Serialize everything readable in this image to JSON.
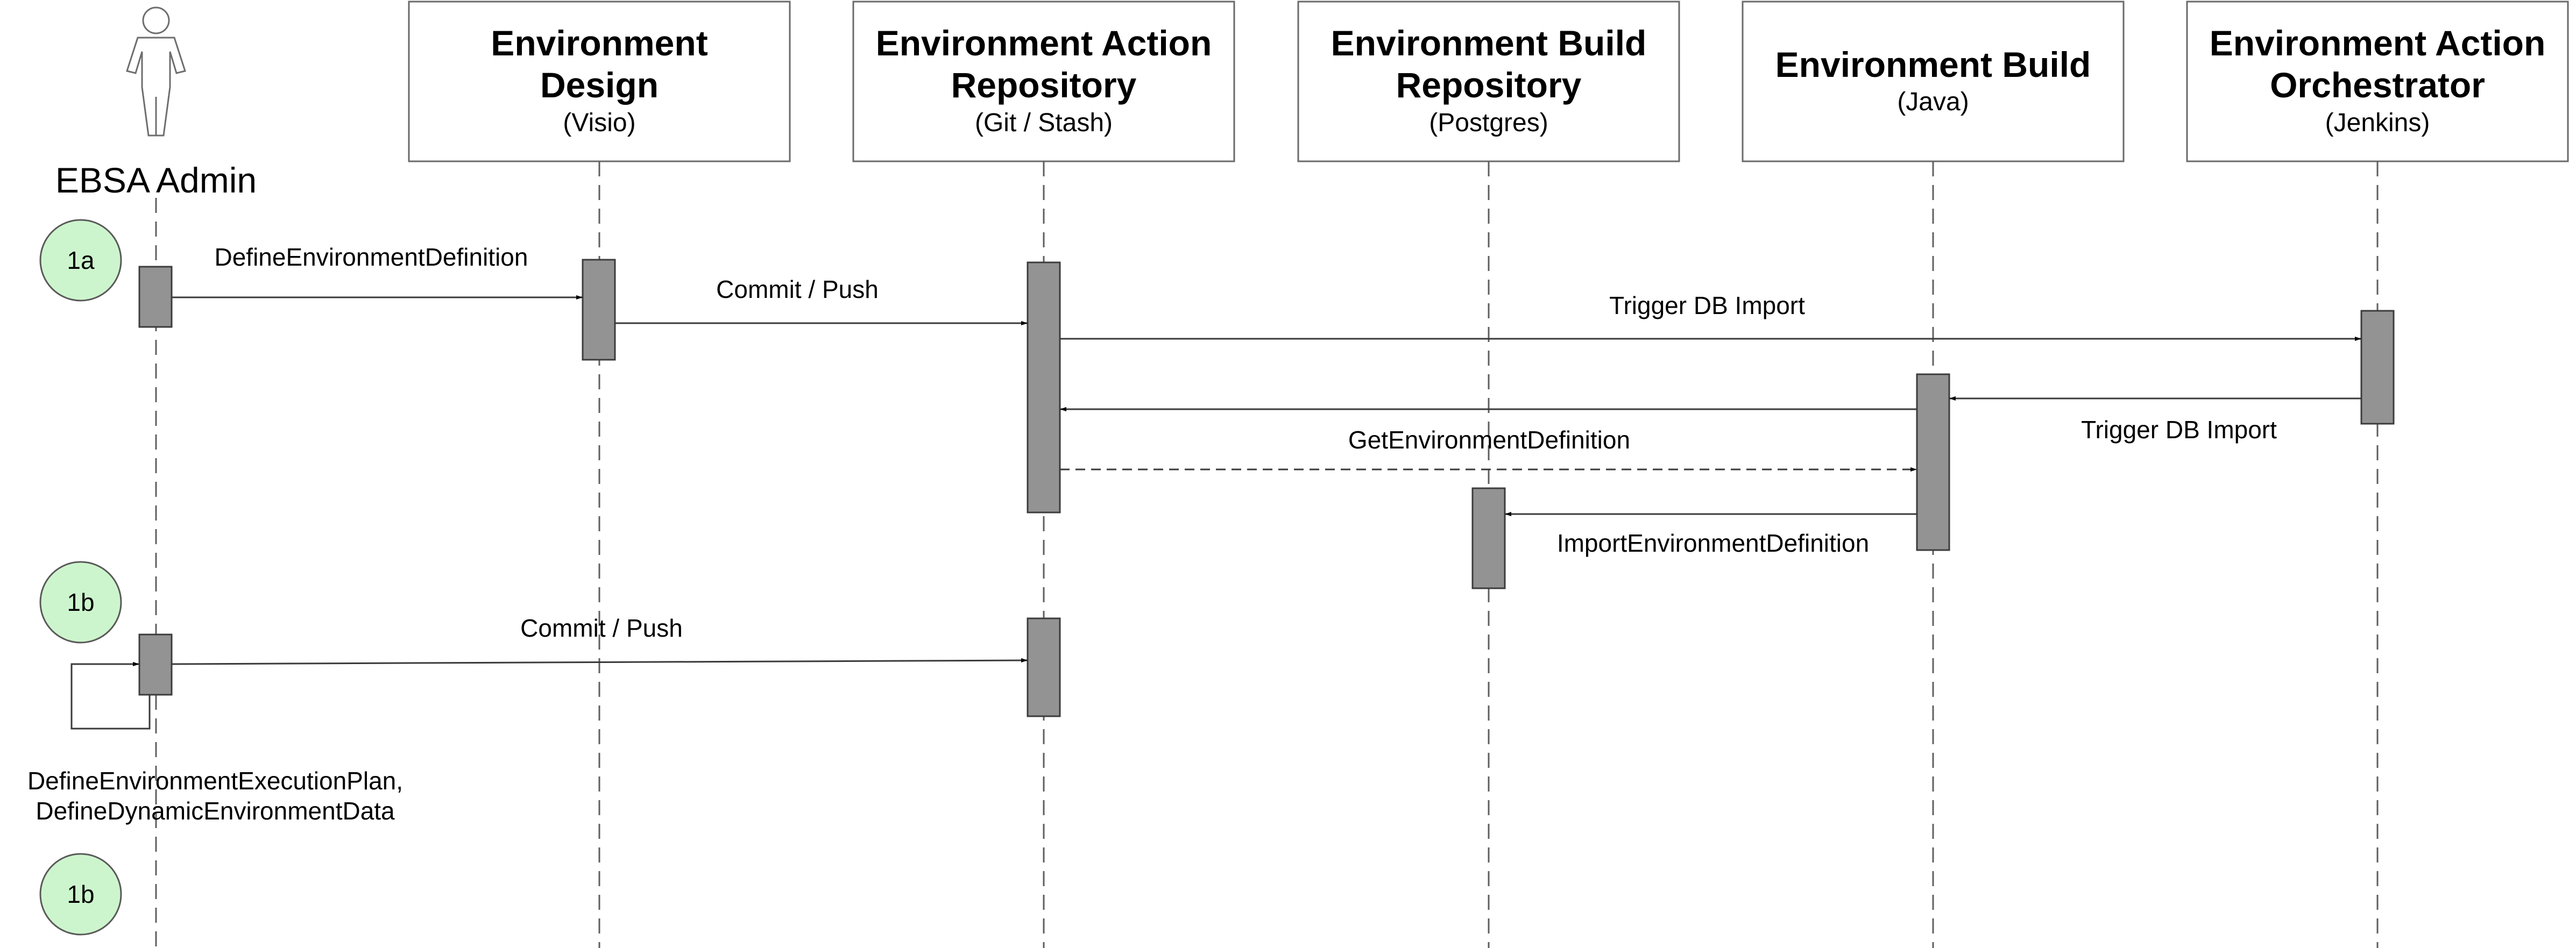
{
  "actor": {
    "name": "EBSA Admin",
    "icon": "stick-figure-icon"
  },
  "participants": [
    {
      "id": "design",
      "title": [
        "Environment",
        "Design"
      ],
      "subtitle": "(Visio)"
    },
    {
      "id": "action_repo",
      "title": [
        "Environment Action",
        "Repository"
      ],
      "subtitle": "(Git / Stash)"
    },
    {
      "id": "build_repo",
      "title": [
        "Environment Build",
        "Repository"
      ],
      "subtitle": "(Postgres)"
    },
    {
      "id": "build",
      "title": [
        "Environment Build"
      ],
      "subtitle": "(Java)"
    },
    {
      "id": "orchestrator",
      "title": [
        "Environment Action",
        "Orchestrator"
      ],
      "subtitle": "(Jenkins)"
    }
  ],
  "steps": [
    "1a",
    "1b",
    "1b"
  ],
  "messages": [
    {
      "id": "m1",
      "label": "DefineEnvironmentDefinition",
      "style": "solid"
    },
    {
      "id": "m2",
      "label": "Commit / Push",
      "style": "solid"
    },
    {
      "id": "m3",
      "label": "Trigger DB Import",
      "style": "solid"
    },
    {
      "id": "m4",
      "label": "Trigger DB Import",
      "style": "solid"
    },
    {
      "id": "m5",
      "label": "",
      "style": "solid"
    },
    {
      "id": "m6",
      "label": "GetEnvironmentDefinition",
      "style": "dashed"
    },
    {
      "id": "m7",
      "label": "ImportEnvironmentDefinition",
      "style": "solid"
    },
    {
      "id": "m8",
      "label": "Commit / Push",
      "style": "solid"
    },
    {
      "id": "m9",
      "label": [
        "DefineEnvironmentExecutionPlan,",
        "DefineDynamicEnvironmentData"
      ],
      "style": "solid"
    }
  ],
  "colors": {
    "activation": "#939393",
    "step_circle": "#cdf5cd",
    "line": "#3a3a3a"
  }
}
